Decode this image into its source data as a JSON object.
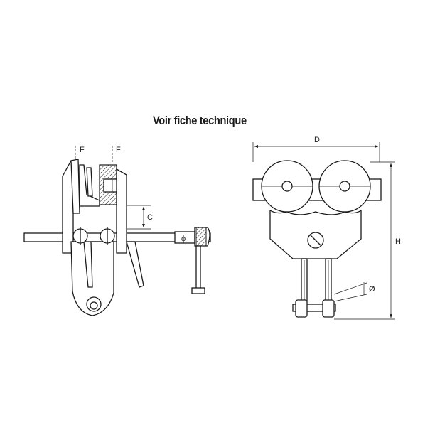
{
  "title": "Voir fiche technique",
  "side_view": {
    "label_f_left": "F",
    "label_f_right": "F",
    "label_c": "C",
    "label_phi": "ϕ"
  },
  "front_view": {
    "label_d": "D",
    "label_h": "H",
    "label_diameter": "Ø"
  }
}
